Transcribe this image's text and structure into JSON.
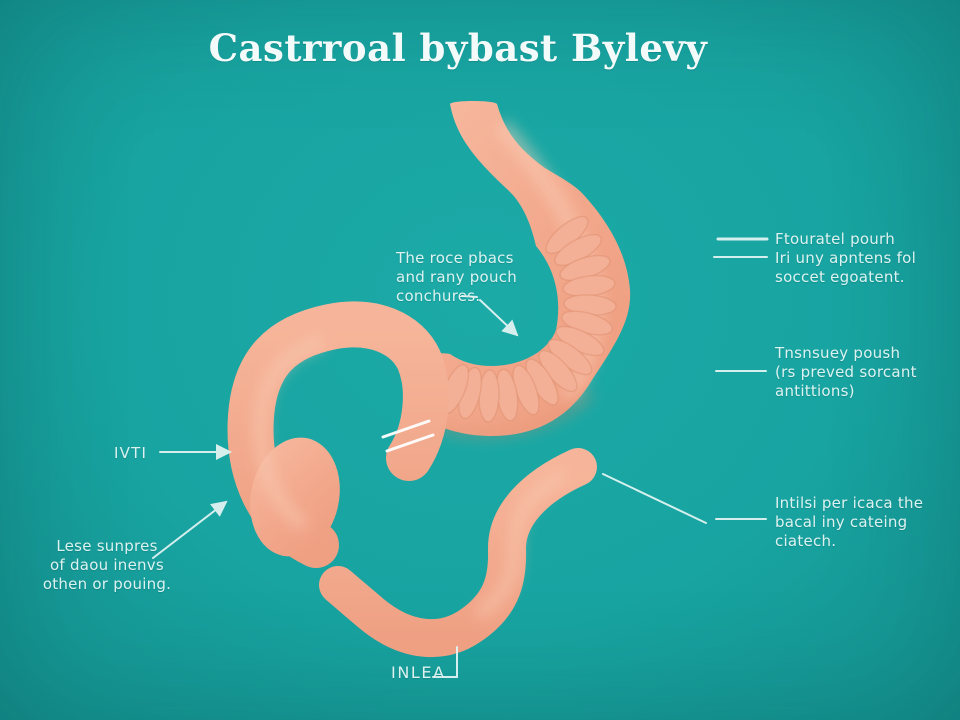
{
  "title": "Castrroal bybast Bylevy",
  "colors": {
    "background": "#18a5a2",
    "organ_base": "#f2a58a",
    "organ_light": "#f8c3ac",
    "organ_dark": "#e78f6e",
    "label_text": "#e7f7f5",
    "leader_line": "#e0f3f2",
    "staple_line": "#ffffff"
  },
  "labels": {
    "pouch_connection": {
      "lines": [
        "The roce pbacs",
        "and rany pouch",
        "conchures."
      ]
    },
    "right_top": {
      "lines": [
        "Ftouratel pourh",
        "Iri uny apntens fol",
        "soccet egoatent."
      ]
    },
    "right_middle": {
      "lines": [
        "Tnsnsuey poush",
        "(rs preved sorcant",
        "antittions)"
      ]
    },
    "right_bottom": {
      "lines": [
        "Intilsi per icaca the",
        "bacal iny cateing",
        "ciatech."
      ]
    },
    "left_stomach": {
      "text": "IVTI"
    },
    "left_lower": {
      "lines": [
        "Lese sunpres",
        "of daou inenvs",
        "othen or pouing."
      ]
    },
    "bottom": {
      "text": "INLEA"
    }
  }
}
